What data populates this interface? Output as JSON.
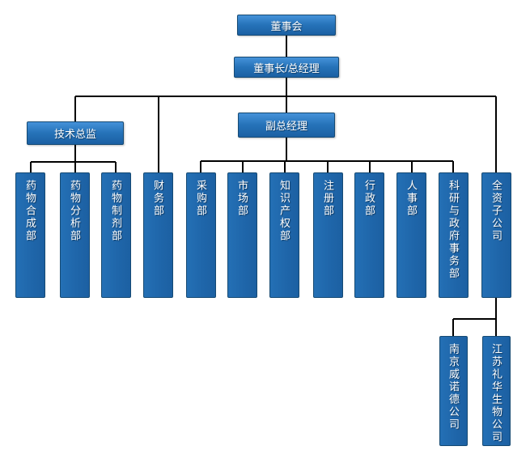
{
  "diagram": {
    "type": "org_chart",
    "background": "#ffffff",
    "colors": {
      "box_fill": "#1f66aa",
      "box_gradient_top": "#4592d9",
      "box_gradient_bottom": "#1b60a3",
      "box_border": "#164a73",
      "connector_line": "#000000",
      "label_text": "#ffffff"
    },
    "nodes": {
      "board": {
        "label": "董事会"
      },
      "chairman_gm": {
        "label": "董事长/总经理"
      },
      "tech_director": {
        "label": "技术总监"
      },
      "deputy_gm": {
        "label": "副总经理"
      },
      "tech_departments": [
        {
          "label": "药物合成部"
        },
        {
          "label": "药物分析部"
        },
        {
          "label": "药物制剂部"
        }
      ],
      "finance_department": {
        "label": "财务部"
      },
      "deputy_departments": [
        {
          "label": "采购部"
        },
        {
          "label": "市场部"
        },
        {
          "label": "知识产权部"
        },
        {
          "label": "注册部"
        },
        {
          "label": "行政部"
        },
        {
          "label": "人事部"
        },
        {
          "label": "科研与政府事务部"
        }
      ],
      "subsidiary": {
        "label": "全资子公司"
      },
      "subsidiary_companies": [
        {
          "label": "南京威诺德公司"
        },
        {
          "label": "江苏礼华生物公司"
        }
      ]
    }
  }
}
